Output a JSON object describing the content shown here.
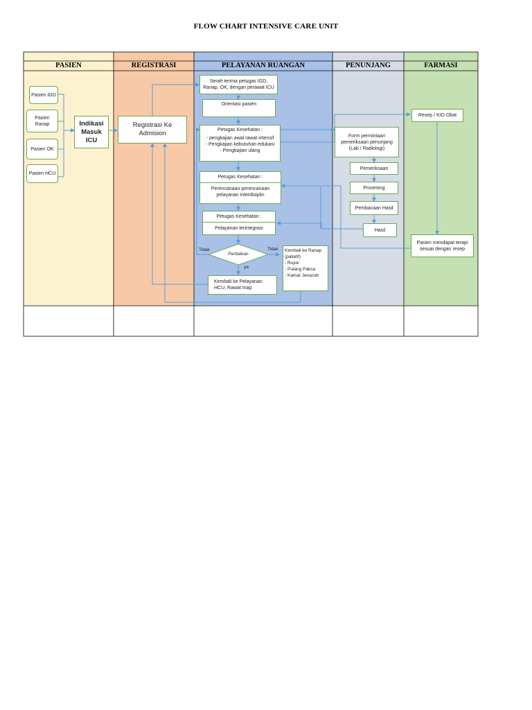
{
  "title": "FLOW CHART INTENSIVE CARE UNIT",
  "lanes": [
    "PASIEN",
    "REGISTRASI",
    "PELAYANAN RUANGAN",
    "PENUNJANG",
    "FARMASI"
  ],
  "colors": {
    "pasien": "#fdf2d0",
    "registrasi": "#f7c9a7",
    "pelayanan": "#a9c1e6",
    "penunjang": "#d6dce5",
    "farmasi": "#c5e0b3",
    "arrow": "#5b9bd5",
    "box_border": "#6aa84f"
  },
  "nodes": {
    "pasien_igd": "Pasien IGD",
    "pasien_ranap": "Pasien Ranap",
    "pasien_ok": "Pasien OK",
    "pasien_hcu": "Pasien HCU",
    "indikasi": "Indikasi Masuk ICU",
    "registrasi": "Registrasi Ke Admision",
    "serah_terima": "Serah terima petugas IGD, Ranap, OK, dengan perawat ICU",
    "orientasi": "Orientasi pasien",
    "petugas1_title": "Petugas Kesehatan :",
    "petugas1_items": [
      "pengkajian awal rawat intensif",
      "Pengkajian kebutuhan edukasi",
      "Pengkajian ulang"
    ],
    "petugas2_title": "Petugas Kesehatan :",
    "petugas2_body": "Perencanaan perencanaan pelayanan interdisiplin",
    "petugas3_title": "Petugas Kesehatan :",
    "petugas3_body": "Pelayanan terintegrasi",
    "perbaikan": "Perbaikan",
    "kembali_hcu": "Kembali ke Pelayanan HCU, Rawat Inap",
    "kembali_list": [
      "Kembali ke Ranap (paliatif)",
      "Rujuk",
      "Pulang Paksa",
      "Kamar Jenazah"
    ],
    "form_permintaan": "Form permintaan pemeriksaan penunjang (Lab / Radiologi)",
    "pemeriksaan": "Pemeriksaan",
    "prosesing": "Prosesing",
    "pembacaan": "Pembacaan Hasil",
    "hasil": "Hasil",
    "resep": "Resep / KIO Obat",
    "terapi": "Pasien mendapat terapi sesuai dengan resep"
  },
  "labels": {
    "tidak_left": "Tidak",
    "tidak_right": "Tidak",
    "ya": "ya"
  }
}
